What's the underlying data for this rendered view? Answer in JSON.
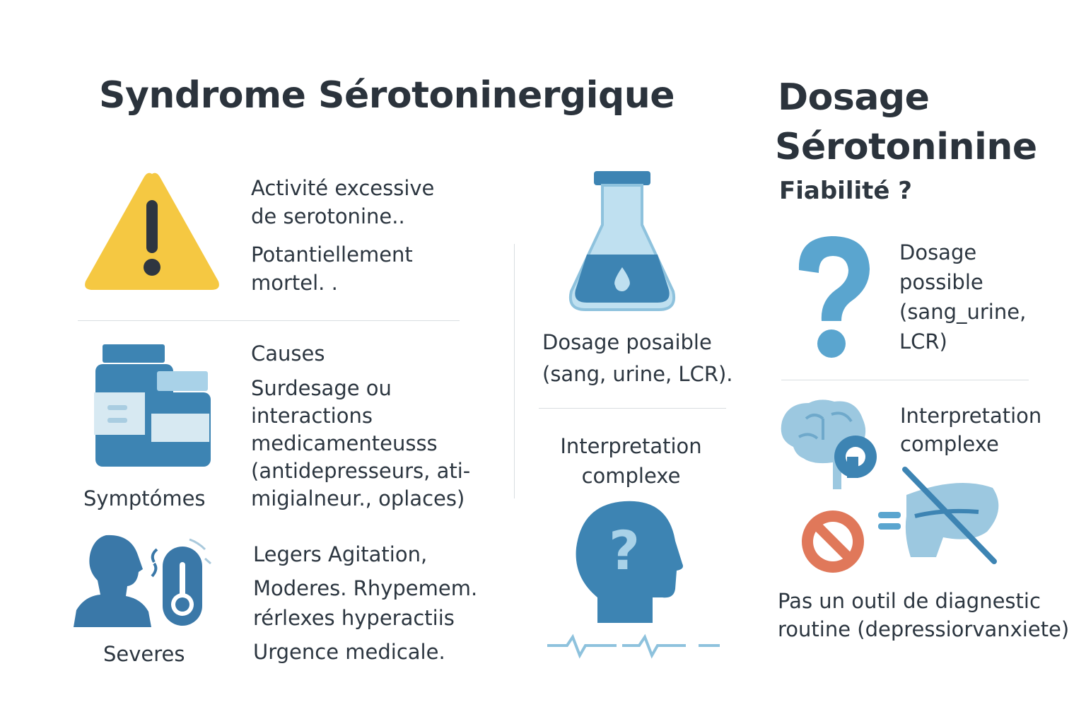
{
  "titles": {
    "left": "Syndrome Sérotoninergique",
    "right_line1": "Dosage",
    "right_line2": "Sérotoninine",
    "right_sub": "Fiabilité ?"
  },
  "left_panel": {
    "intro": [
      "Activité excessive",
      "de serotonine.."
    ],
    "danger": [
      "Potantiellement",
      "mortel. ."
    ],
    "causes_title": "Causes",
    "causes": [
      "Surdesage ou",
      "interactions",
      "medicamenteusss",
      "(antidepresseurs, ati-",
      "migialneur., oplaces)"
    ],
    "symptoms_label": "Symptómes",
    "severity": [
      "Legers   Agitation,",
      "Moderes. Rhypemem.",
      "rérlexes hyperactiis",
      "Urgence medicale."
    ],
    "severe_label": "Severes"
  },
  "middle_panel": {
    "dosage": [
      "Dosage posaible",
      "(sang, urine, LCR)."
    ],
    "interpretation": [
      "Interpretation",
      "complexe"
    ]
  },
  "right_panel": {
    "dosage": [
      "Dosage",
      "possible",
      "(sang_urine,",
      "LCR)"
    ],
    "interpretation": [
      "Interpretation",
      "complexe"
    ],
    "conclusion": [
      "Pas un outil de diagnestic",
      "routine (depressiorvanxiete)"
    ]
  },
  "icons": {
    "warning": "warning-triangle-icon",
    "pills": "pill-bottles-icon",
    "person": "person-fever-icon",
    "flask": "lab-flask-icon",
    "head": "head-question-icon",
    "question": "question-mark-icon",
    "brain": "brain-icon",
    "forbidden": "no-entry-icon"
  },
  "colors": {
    "accent_blue": "#3d84b3",
    "light_blue": "#a9d2e8",
    "warning_yellow": "#f5c842",
    "forbidden_orange": "#e0785a"
  }
}
